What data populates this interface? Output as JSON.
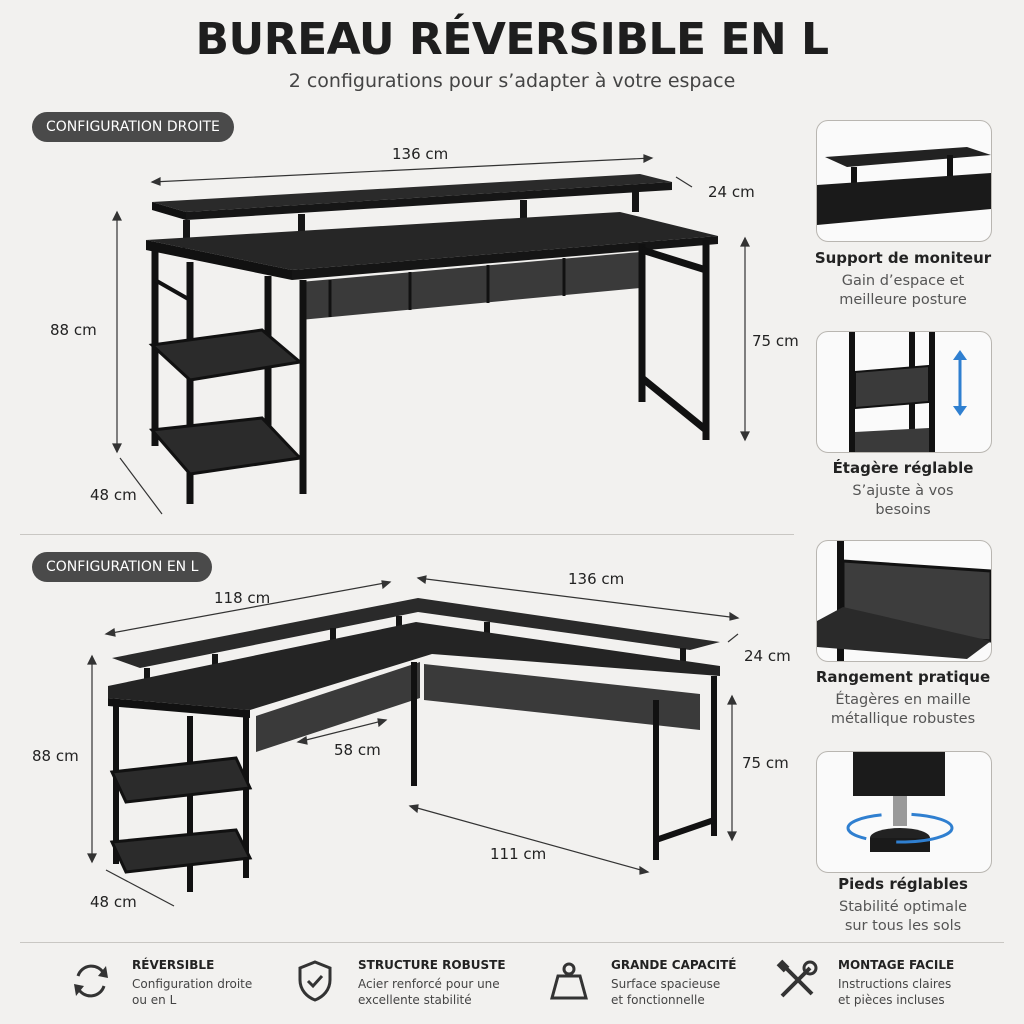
{
  "title": "BUREAU RÉVERSIBLE EN L",
  "subtitle": "2 configurations pour s’adapter à votre espace",
  "config_right": {
    "label": "CONFIGURATION DROITE",
    "width": "136 cm",
    "depth_top": "24 cm",
    "height_total": "88 cm",
    "height_desk": "75 cm",
    "depth": "48 cm"
  },
  "config_l": {
    "label": "CONFIGURATION EN L",
    "width_left": "118 cm",
    "width_right": "136 cm",
    "depth_top": "24 cm",
    "height_total": "88 cm",
    "height_desk": "75 cm",
    "inner": "58 cm",
    "side": "111 cm",
    "depth": "48 cm"
  },
  "features": [
    {
      "title": "Support de moniteur",
      "text1": "Gain d’espace et",
      "text2": "meilleure posture"
    },
    {
      "title": "Étagère réglable",
      "text1": "S’ajuste à vos",
      "text2": "besoins"
    },
    {
      "title": "Rangement pratique",
      "text1": "Étagères en maille",
      "text2": "métallique robustes"
    },
    {
      "title": "Pieds réglables",
      "text1": "Stabilité optimale",
      "text2": "sur tous les sols"
    }
  ],
  "benefits": [
    {
      "title": "RÉVERSIBLE",
      "text1": "Configuration droite",
      "text2": "ou en L",
      "icon": "rotate-arrows-icon"
    },
    {
      "title": "STRUCTURE ROBUSTE",
      "text1": "Acier renforcé pour une",
      "text2": "excellente stabilité",
      "icon": "shield-check-icon"
    },
    {
      "title": "GRANDE CAPACITÉ",
      "text1": "Surface spacieuse",
      "text2": "et fonctionnelle",
      "icon": "weight-icon"
    },
    {
      "title": "MONTAGE FACILE",
      "text1": "Instructions claires",
      "text2": "et pièces incluses",
      "icon": "tools-icon"
    }
  ],
  "colors": {
    "background": "#f2f1ef",
    "pill": "#4a4a4a",
    "desk": "#1d1d1d",
    "accent_arrow": "#2f7fd0"
  }
}
